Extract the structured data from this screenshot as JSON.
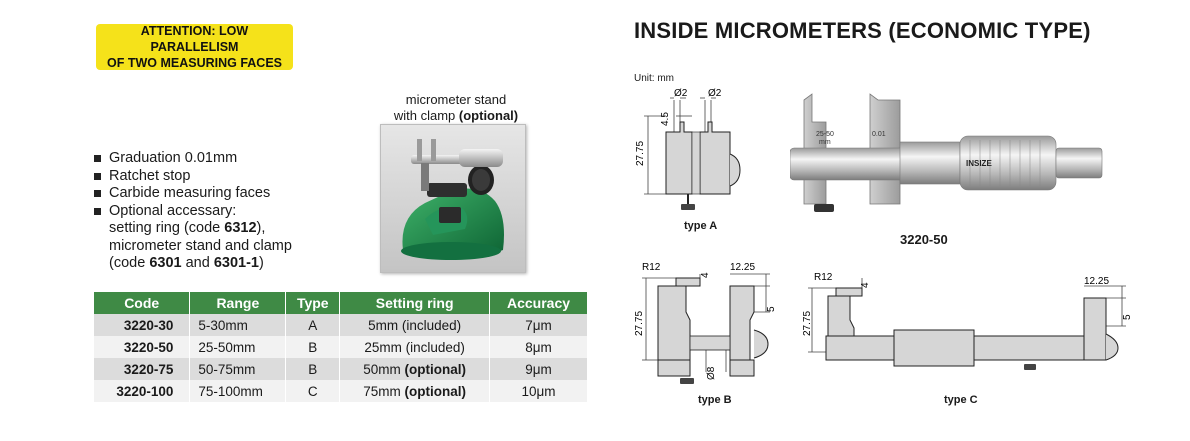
{
  "attention": {
    "line1": "ATTENTION: LOW PARALLELISM",
    "line2": "OF TWO MEASURING FACES"
  },
  "stand": {
    "caption_line1": "micrometer stand",
    "caption_line2_prefix": "with clamp ",
    "caption_line2_bold": "(optional)"
  },
  "features": {
    "graduation": "Graduation 0.01mm",
    "ratchet": "Ratchet stop",
    "faces": "Carbide measuring faces",
    "accessory": "Optional accessary:",
    "ring_prefix": "setting ring (code ",
    "ring_code": "6312",
    "ring_suffix": "),",
    "stand_line": "micrometer stand and clamp",
    "stand_prefix": "(code ",
    "stand_code1": "6301",
    "stand_and": " and ",
    "stand_code2": "6301-1",
    "stand_suffix": ")"
  },
  "table": {
    "headers": [
      "Code",
      "Range",
      "Type",
      "Setting ring",
      "Accuracy"
    ],
    "rows": [
      {
        "code": "3220-30",
        "range": "5-30mm",
        "type": "A",
        "ring": "5mm (included)",
        "ring_bold": "",
        "accuracy": "7μm"
      },
      {
        "code": "3220-50",
        "range": "25-50mm",
        "type": "B",
        "ring": "25mm (included)",
        "ring_bold": "",
        "accuracy": "8μm"
      },
      {
        "code": "3220-75",
        "range": "50-75mm",
        "type": "B",
        "ring": "50mm ",
        "ring_bold": "(optional)",
        "accuracy": "9μm"
      },
      {
        "code": "3220-100",
        "range": "75-100mm",
        "type": "C",
        "ring": "75mm ",
        "ring_bold": "(optional)",
        "accuracy": "10μm"
      }
    ]
  },
  "title": "INSIDE MICROMETERS (ECONOMIC TYPE)",
  "unit": "Unit: mm",
  "diagram": {
    "type_a": "type A",
    "type_b": "type B",
    "type_c": "type C",
    "model": "3220-50",
    "dim_d2": "Ø2",
    "dim_4_5": "4.5",
    "dim_27_75": "27.75",
    "dim_r12": "R12",
    "dim_4": "4",
    "dim_12_25": "12.25",
    "dim_5": "5",
    "dim_d8": "Ø8",
    "brand": "INSIZE",
    "range_mark": "25-50",
    "unit_mark": "mm",
    "res_mark": "0.01"
  },
  "colors": {
    "attention_bg": "#f5e21a",
    "table_header": "#3f8a45",
    "stand_green": "#1e8a4a"
  }
}
